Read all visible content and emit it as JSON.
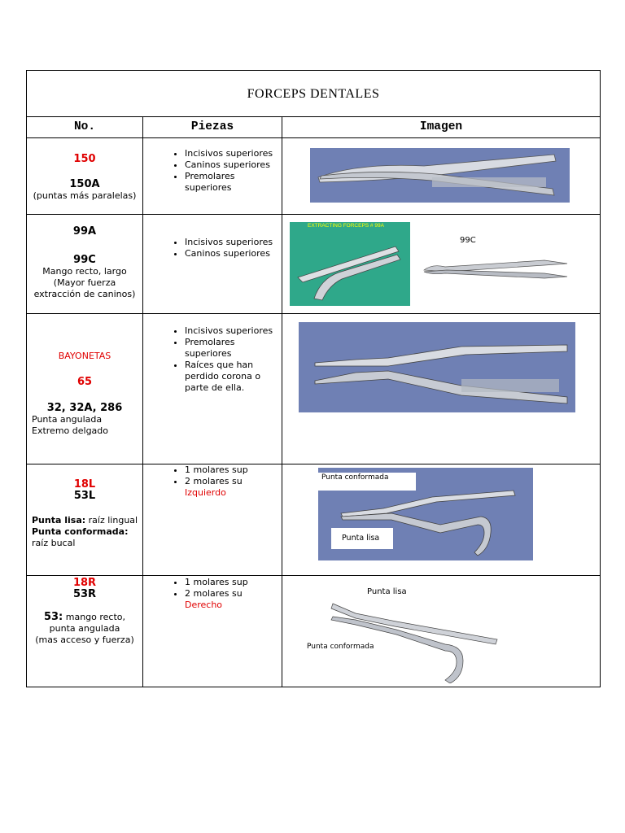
{
  "title": "FORCEPS DENTALES",
  "headers": {
    "no": "No.",
    "piezas": "Piezas",
    "imagen": "Imagen"
  },
  "rows": [
    {
      "no_lines": [
        "150",
        "150A",
        "(puntas más paralelas)"
      ],
      "piezas": [
        "Incisivos superiores",
        "Caninos superiores",
        "Premolares superiores"
      ]
    },
    {
      "no_lines": [
        "99A",
        "99C",
        "Mango recto, largo",
        "(Mayor fuerza",
        "extracción de caninos)"
      ],
      "piezas": [
        "Incisivos superiores",
        "Caninos superiores"
      ],
      "image_caption_green": "EXTRACTING FORCEPS # 99A",
      "image_label": "99C"
    },
    {
      "no_lines": [
        "BAYONETAS",
        "65",
        "32, 32A, 286",
        "Punta angulada",
        "Extremo delgado"
      ],
      "piezas": [
        "Incisivos superiores",
        "Premolares superiores",
        "Raíces que han perdido corona o parte de ella."
      ]
    },
    {
      "no_lines": [
        "18L",
        "53L",
        "Punta lisa:",
        "raíz lingual",
        "Punta conformada:",
        "raíz bucal"
      ],
      "piezas": [
        "1 molares sup",
        "2 molares su",
        "Izquierdo"
      ],
      "image_labels": [
        "Punta conformada",
        "Punta lisa"
      ]
    },
    {
      "no_lines": [
        "18R",
        "53R",
        "53:",
        "mango recto,",
        "punta angulada",
        "(mas acceso y fuerza)"
      ],
      "piezas": [
        "1 molares sup",
        "2 molares su",
        "Derecho"
      ],
      "image_labels": [
        "Punta lisa",
        "Punta conformada"
      ]
    }
  ],
  "colors": {
    "red": "#e00000",
    "blue_bg": "#6f80b4",
    "green_bg": "#2fa88a"
  },
  "icons": [
    "forceps-image"
  ]
}
